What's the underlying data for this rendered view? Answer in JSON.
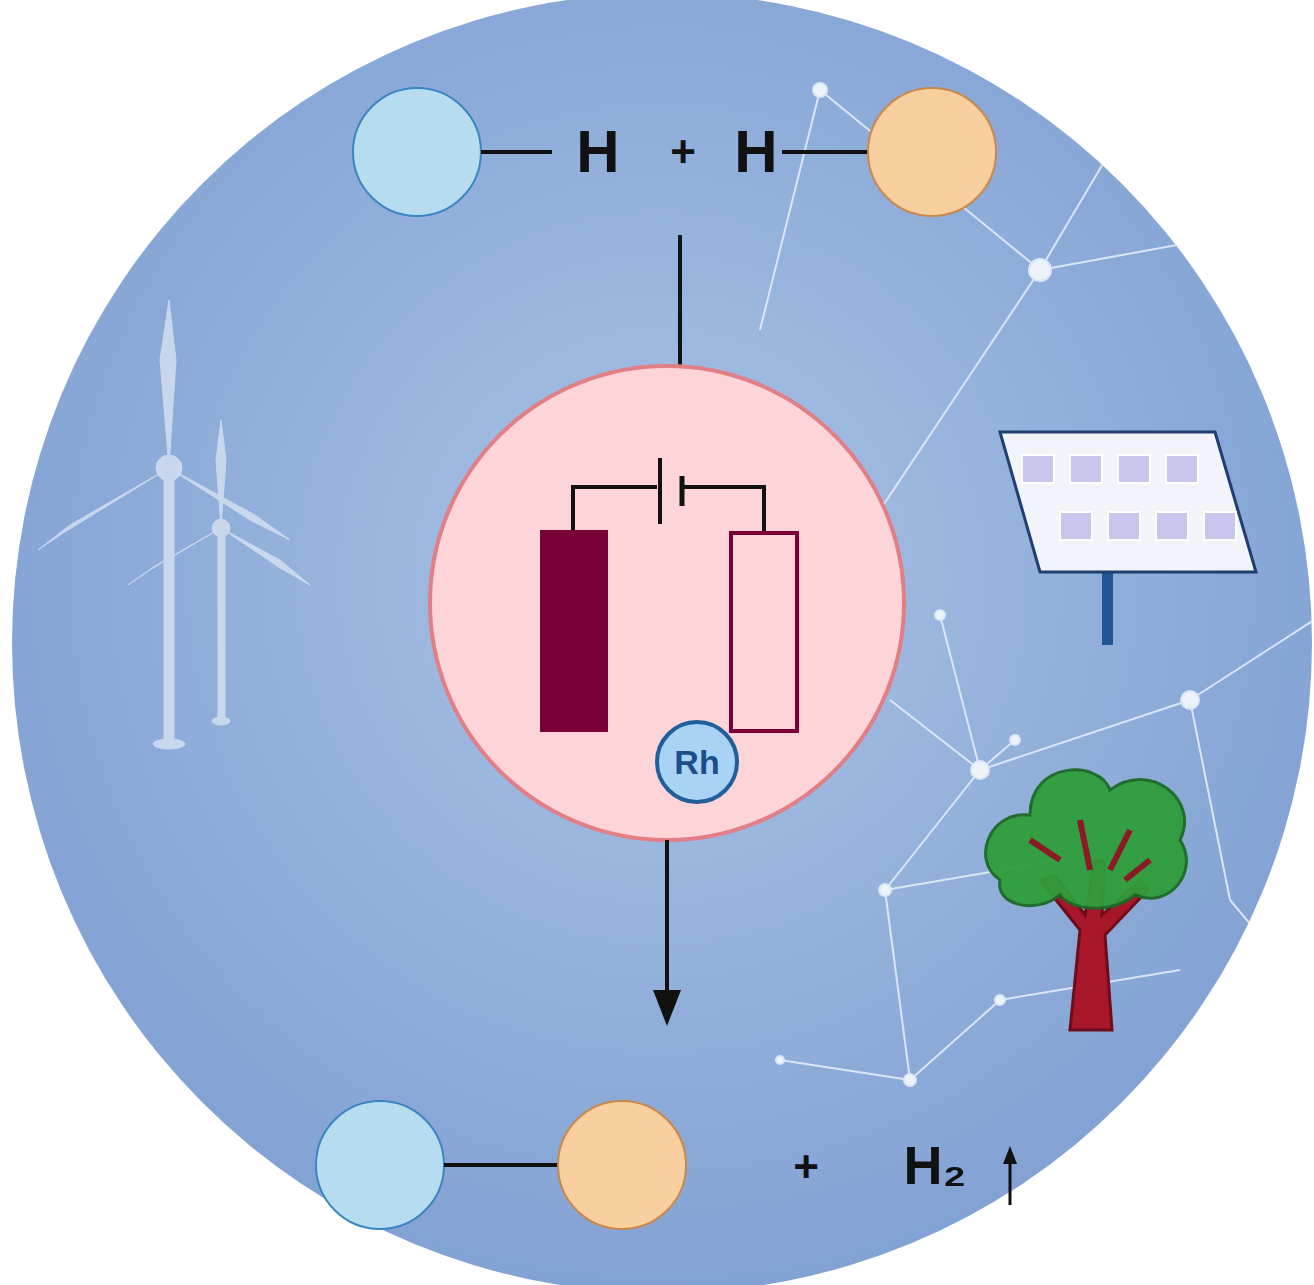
{
  "diagram": {
    "nodes": [
      {
        "text": [
          "Rh"
        ]
      }
    ],
    "labels": [
      "H",
      "+",
      "H",
      "+",
      "H₂"
    ]
  }
}
